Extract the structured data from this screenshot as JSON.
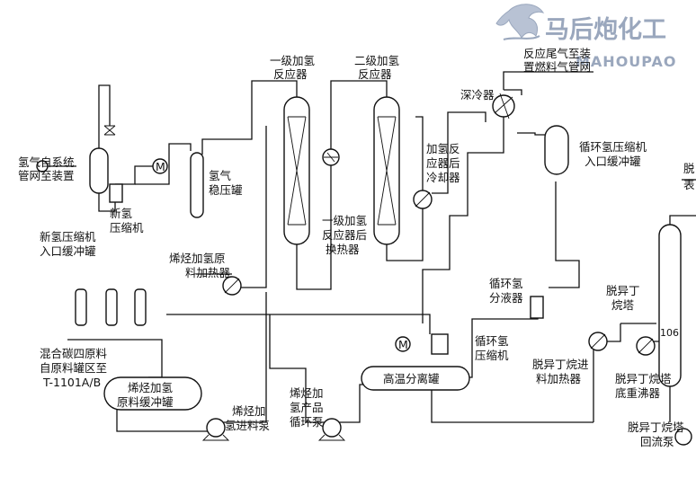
{
  "watermark": {
    "cn": "马后炮化工",
    "en": "MAHOUPAO",
    "icon": "horse-logo-icon"
  },
  "labels": {
    "h2_from_system": [
      "氢气自系统",
      "管网至装置"
    ],
    "new_h2_comp_buffer": [
      "新氢压缩机",
      "入口缓冲罐"
    ],
    "new_h2_comp": [
      "新氢",
      "压缩机"
    ],
    "h2_stab_tank": [
      "氢气",
      "稳压罐"
    ],
    "reactor1": [
      "一级加氢",
      "反应器"
    ],
    "reactor2": [
      "二级加氢",
      "反应器"
    ],
    "tail_gas": [
      "反应尾气至装",
      "置燃料气管网"
    ],
    "deep_cooler": "深冷器",
    "cooler_after_reactor": [
      "加氢反",
      "应器后",
      "冷却器"
    ],
    "recycle_comp_buffer": [
      "循环氢压缩机",
      "入口缓冲罐"
    ],
    "right_cut_1": "脱",
    "right_cut_2": "表",
    "feed_heater": [
      "烯烃加氢原",
      "料加热器"
    ],
    "exchanger_after_r1": [
      "一级加氢",
      "反应器后",
      "换热器"
    ],
    "recycle_separator": [
      "循环氢",
      "分液器"
    ],
    "deisobutane_tower": [
      "脱异丁",
      "烷塔"
    ],
    "tower_number": "106",
    "mixed_c4_feed": [
      "混合碳四原料",
      "自原料罐区至",
      "T-1101A/B"
    ],
    "recycle_comp": [
      "循环氢",
      "压缩机"
    ],
    "hp_separator": "高温分离罐",
    "deiso_feed_heater": [
      "脱异丁烷进",
      "料加热器"
    ],
    "deiso_reboiler": [
      "脱异丁烷塔",
      "底重沸器"
    ],
    "feed_buffer": [
      "烯烃加氢",
      "原料缓冲罐"
    ],
    "feed_pump": [
      "烯烃加",
      "氢进料泵"
    ],
    "product_pump": [
      "烯烃加",
      "氢产品",
      "循环泵"
    ],
    "reflux_pump": [
      "脱异丁烷塔",
      "回流泵"
    ],
    "motor": "M"
  }
}
